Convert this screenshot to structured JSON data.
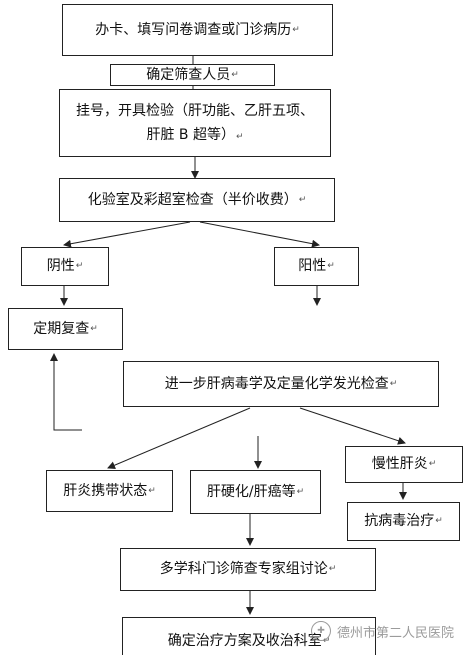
{
  "mark": "↵",
  "nodes": {
    "card": "办卡、填写问卷调查或门诊病历",
    "confirm": "确定筛查人员",
    "register_line1": "挂号，开具检验（肝功能、乙肝五项、",
    "register_line2": "肝脏 B 超等）",
    "lab": "化验室及彩超室检查（半价收费）",
    "negative": "阴性",
    "positive": "阳性",
    "recheck": "定期复查",
    "further": "进一步肝病毒学及定量化学发光检查",
    "carrier": "肝炎携带状态",
    "cirrhosis": "肝硬化/肝癌等",
    "chronic": "慢性肝炎",
    "antiviral": "抗病毒治疗",
    "mdt": "多学科门诊筛查专家组讨论",
    "plan": "确定治疗方案及收治科室"
  },
  "watermark": "德州市第二人民医院"
}
